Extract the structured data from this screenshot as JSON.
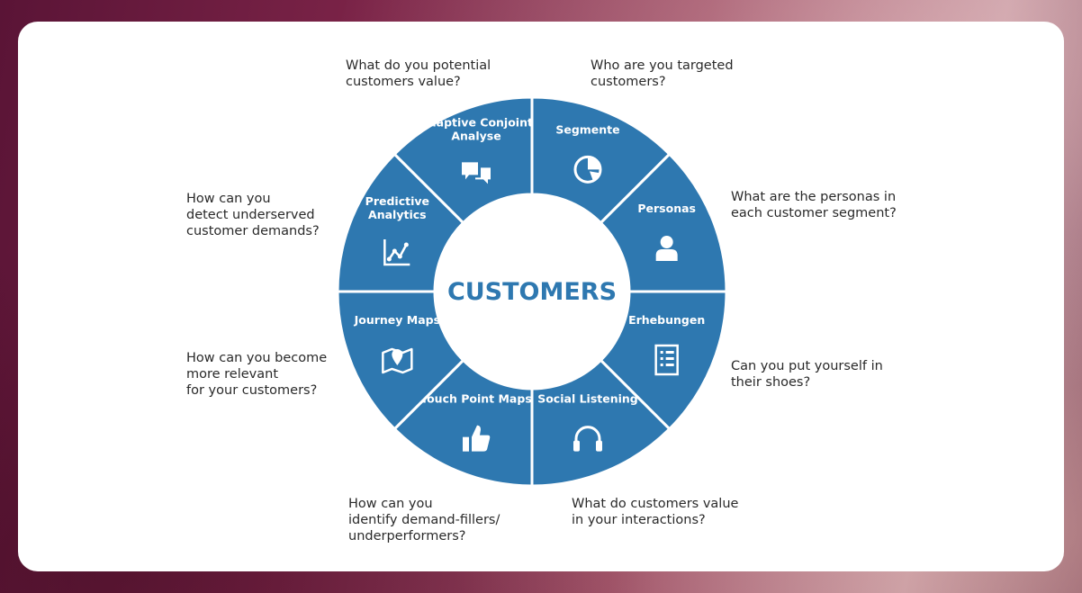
{
  "center_label": "CUSTOMERS",
  "colors": {
    "segment_fill": "#2e78b0",
    "segment_stroke": "#ffffff",
    "center_text": "#2e78b0",
    "icon": "#ffffff"
  },
  "segments": [
    {
      "label": "Segmente",
      "icon": "pie-chart-icon"
    },
    {
      "label": "Personas",
      "icon": "person-icon"
    },
    {
      "label": "Erhebungen",
      "icon": "survey-list-icon"
    },
    {
      "label": "Social Listening",
      "icon": "headphones-icon"
    },
    {
      "label": "Touch Point Maps",
      "icon": "thumbs-up-icon"
    },
    {
      "label": "Journey Maps",
      "icon": "map-pin-icon"
    },
    {
      "label": "Predictive\nAnalytics",
      "icon": "line-graph-icon"
    },
    {
      "label": "Adaptive Conjoint\nAnalyse",
      "icon": "chat-bubbles-icon"
    }
  ],
  "questions": {
    "top_left": "What do you potential\ncustomers value?",
    "top_right": "Who are you targeted\ncustomers?",
    "right_upper": "What are the personas in\neach customer segment?",
    "right_lower": "Can you put yourself in\ntheir shoes?",
    "bottom_right": "What do customers value\nin your interactions?",
    "bottom_left": "How can you\nidentify demand-fillers/\nunderperformers?",
    "left_lower": "How can you become\nmore relevant\nfor your customers?",
    "left_upper": "How can you\ndetect underserved\ncustomer demands?"
  }
}
